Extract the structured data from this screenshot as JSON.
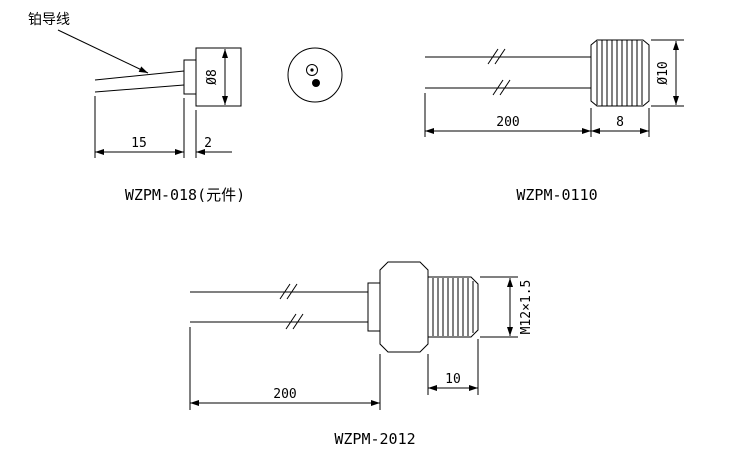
{
  "sheet": {
    "background": "#ffffff",
    "line_color": "#000000"
  },
  "figures": {
    "wzpm018": {
      "label": "WZPM-018(元件)",
      "callout": "铂导线",
      "dims": {
        "diameter": "Ø8",
        "wire_len": "15",
        "body_len": "2"
      }
    },
    "wzpm0110": {
      "label": "WZPM-0110",
      "dims": {
        "diameter": "Ø10",
        "wire_len": "200",
        "body_len": "8"
      }
    },
    "wzpm2012": {
      "label": "WZPM-2012",
      "dims": {
        "thread": "M12×1.5",
        "wire_len": "200",
        "thread_len": "10"
      }
    }
  }
}
